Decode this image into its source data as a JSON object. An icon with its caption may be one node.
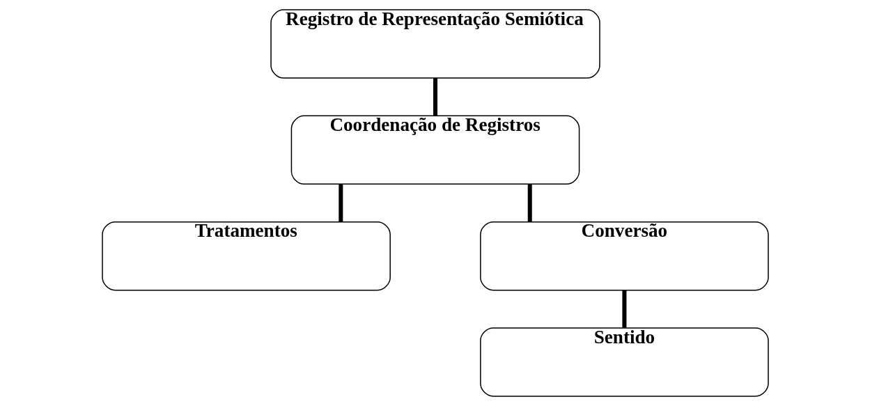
{
  "diagram": {
    "nodes": [
      {
        "text": [
          "Registro de Representação Semiótica"
        ]
      },
      {
        "text": [
          "Coordenação de Registros"
        ]
      },
      {
        "text": [
          "Tratamentos"
        ]
      },
      {
        "text": [
          "Conversão"
        ]
      },
      {
        "text": [
          "Sentido"
        ]
      }
    ],
    "edges": [
      {
        "from": 0,
        "to": 1,
        "arrow": "none"
      },
      {
        "from": 1,
        "to": 2,
        "arrow": "none"
      },
      {
        "from": 1,
        "to": 3,
        "arrow": "none"
      },
      {
        "from": 3,
        "to": 4,
        "arrow": "none"
      }
    ]
  }
}
